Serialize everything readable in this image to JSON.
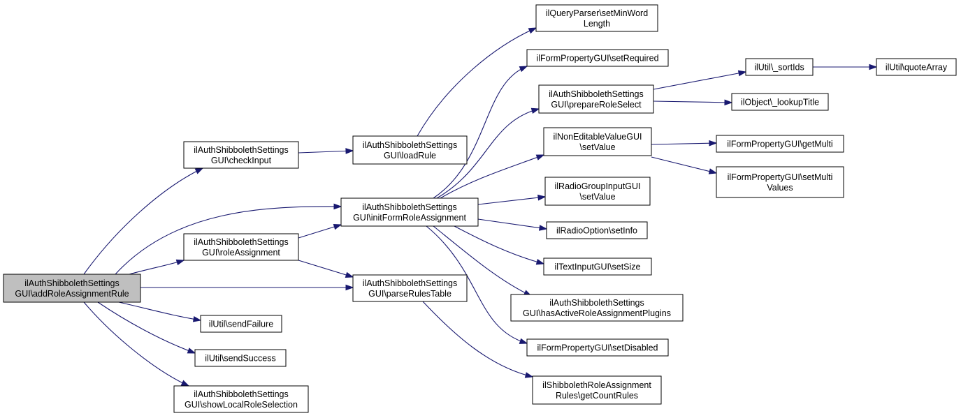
{
  "graph": {
    "root": "addRoleAssignmentRule",
    "colors": {
      "edge": "#191970",
      "root_fill": "#bfbfbf",
      "node_fill": "#ffffff",
      "border": "#000000"
    },
    "nodes": [
      {
        "id": "addRoleAssignmentRule",
        "lines": [
          "ilAuthShibbolethSettings",
          "GUI\\addRoleAssignmentRule"
        ],
        "root": true
      },
      {
        "id": "checkInput",
        "lines": [
          "ilAuthShibbolethSettings",
          "GUI\\checkInput"
        ]
      },
      {
        "id": "roleAssignment",
        "lines": [
          "ilAuthShibbolethSettings",
          "GUI\\roleAssignment"
        ]
      },
      {
        "id": "sendFailure",
        "lines": [
          "ilUtil\\sendFailure"
        ]
      },
      {
        "id": "sendSuccess",
        "lines": [
          "ilUtil\\sendSuccess"
        ]
      },
      {
        "id": "showLocalRoleSelection",
        "lines": [
          "ilAuthShibbolethSettings",
          "GUI\\showLocalRoleSelection"
        ]
      },
      {
        "id": "loadRule",
        "lines": [
          "ilAuthShibbolethSettings",
          "GUI\\loadRule"
        ]
      },
      {
        "id": "initFormRoleAssignment",
        "lines": [
          "ilAuthShibbolethSettings",
          "GUI\\initFormRoleAssignment"
        ]
      },
      {
        "id": "parseRulesTable",
        "lines": [
          "ilAuthShibbolethSettings",
          "GUI\\parseRulesTable"
        ]
      },
      {
        "id": "setMinWordLength",
        "lines": [
          "ilQueryParser\\setMinWord",
          "Length"
        ]
      },
      {
        "id": "setRequired",
        "lines": [
          "ilFormPropertyGUI\\setRequired"
        ]
      },
      {
        "id": "prepareRoleSelect",
        "lines": [
          "ilAuthShibbolethSettings",
          "GUI\\prepareRoleSelect"
        ]
      },
      {
        "id": "nevSetValue",
        "lines": [
          "ilNonEditableValueGUI",
          "\\setValue"
        ]
      },
      {
        "id": "rgSetValue",
        "lines": [
          "ilRadioGroupInputGUI",
          "\\setValue"
        ]
      },
      {
        "id": "setInfo",
        "lines": [
          "ilRadioOption\\setInfo"
        ]
      },
      {
        "id": "setSize",
        "lines": [
          "ilTextInputGUI\\setSize"
        ]
      },
      {
        "id": "hasActivePlugins",
        "lines": [
          "ilAuthShibbolethSettings",
          "GUI\\hasActiveRoleAssignmentPlugins"
        ]
      },
      {
        "id": "setDisabled",
        "lines": [
          "ilFormPropertyGUI\\setDisabled"
        ]
      },
      {
        "id": "getCountRules",
        "lines": [
          "ilShibbolethRoleAssignment",
          "Rules\\getCountRules"
        ]
      },
      {
        "id": "sortIds",
        "lines": [
          "ilUtil\\_sortIds"
        ]
      },
      {
        "id": "lookupTitle",
        "lines": [
          "ilObject\\_lookupTitle"
        ]
      },
      {
        "id": "getMulti",
        "lines": [
          "ilFormPropertyGUI\\getMulti"
        ]
      },
      {
        "id": "setMultiValues",
        "lines": [
          "ilFormPropertyGUI\\setMulti",
          "Values"
        ]
      },
      {
        "id": "quoteArray",
        "lines": [
          "ilUtil\\quoteArray"
        ]
      }
    ],
    "edges": [
      [
        "addRoleAssignmentRule",
        "checkInput"
      ],
      [
        "addRoleAssignmentRule",
        "initFormRoleAssignment"
      ],
      [
        "addRoleAssignmentRule",
        "roleAssignment"
      ],
      [
        "addRoleAssignmentRule",
        "parseRulesTable"
      ],
      [
        "addRoleAssignmentRule",
        "sendFailure"
      ],
      [
        "addRoleAssignmentRule",
        "sendSuccess"
      ],
      [
        "addRoleAssignmentRule",
        "showLocalRoleSelection"
      ],
      [
        "checkInput",
        "loadRule"
      ],
      [
        "loadRule",
        "setMinWordLength"
      ],
      [
        "roleAssignment",
        "initFormRoleAssignment"
      ],
      [
        "roleAssignment",
        "parseRulesTable"
      ],
      [
        "initFormRoleAssignment",
        "setRequired"
      ],
      [
        "initFormRoleAssignment",
        "prepareRoleSelect"
      ],
      [
        "initFormRoleAssignment",
        "nevSetValue"
      ],
      [
        "initFormRoleAssignment",
        "rgSetValue"
      ],
      [
        "initFormRoleAssignment",
        "setInfo"
      ],
      [
        "initFormRoleAssignment",
        "setSize"
      ],
      [
        "initFormRoleAssignment",
        "hasActivePlugins"
      ],
      [
        "initFormRoleAssignment",
        "setDisabled"
      ],
      [
        "parseRulesTable",
        "getCountRules"
      ],
      [
        "prepareRoleSelect",
        "sortIds"
      ],
      [
        "prepareRoleSelect",
        "lookupTitle"
      ],
      [
        "sortIds",
        "quoteArray"
      ],
      [
        "nevSetValue",
        "getMulti"
      ],
      [
        "nevSetValue",
        "setMultiValues"
      ]
    ]
  }
}
